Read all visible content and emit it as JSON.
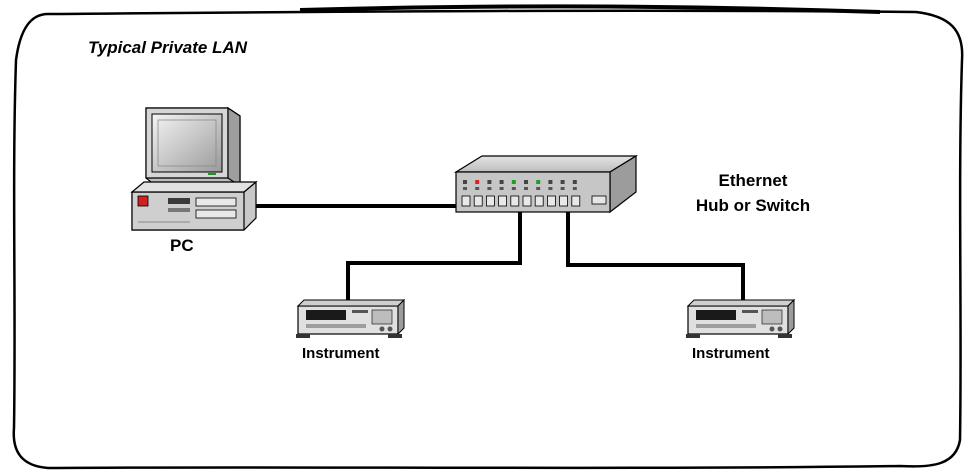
{
  "title": "Typical Private LAN",
  "nodes": {
    "pc": {
      "label": "PC",
      "icon": "desktop-computer-icon"
    },
    "switch": {
      "label_line1": "Ethernet",
      "label_line2": "Hub or Switch",
      "icon": "network-switch-icon"
    },
    "instrument_1": {
      "label": "Instrument",
      "icon": "bench-instrument-icon"
    },
    "instrument_2": {
      "label": "Instrument",
      "icon": "bench-instrument-icon"
    }
  },
  "connections": [
    {
      "from": "pc",
      "to": "switch"
    },
    {
      "from": "switch",
      "to": "instrument_1"
    },
    {
      "from": "switch",
      "to": "instrument_2"
    }
  ],
  "colors": {
    "frame": "#000000",
    "cable": "#000000",
    "device_gray": "#c8c8c8",
    "led_red": "#e02020",
    "led_green": "#20a020"
  }
}
